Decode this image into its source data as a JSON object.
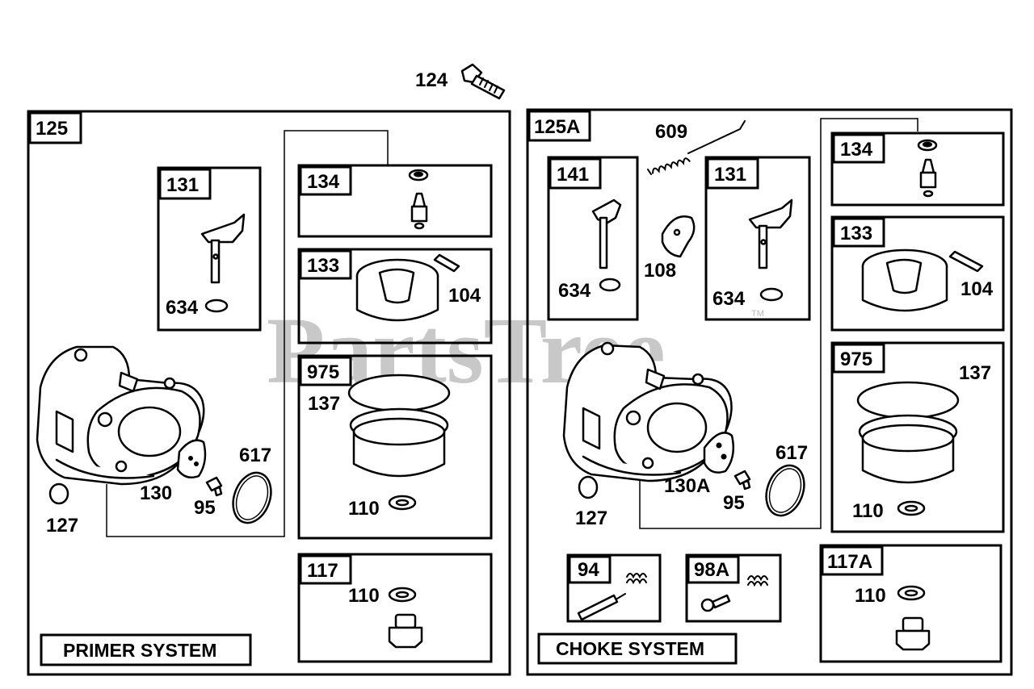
{
  "watermark": {
    "text": "PartsTree",
    "trademark": "TM"
  },
  "top": {
    "bolt_callout": "124"
  },
  "primer_panel": {
    "id": "125",
    "system_label": "PRIMER SYSTEM",
    "boxes": {
      "b131": {
        "id": "131",
        "callouts": [
          "634"
        ]
      },
      "b134": {
        "id": "134"
      },
      "b133": {
        "id": "133",
        "callouts": [
          "104"
        ]
      },
      "b975": {
        "id": "975",
        "callouts": [
          "137",
          "110"
        ]
      },
      "b117": {
        "id": "117",
        "callouts": [
          "110"
        ]
      }
    },
    "callouts": {
      "c617": "617",
      "c130": "130",
      "c95": "95",
      "c127": "127"
    }
  },
  "choke_panel": {
    "id": "125A",
    "system_label": "CHOKE SYSTEM",
    "boxes": {
      "b141": {
        "id": "141",
        "callouts": [
          "634"
        ]
      },
      "b131": {
        "id": "131",
        "callouts": [
          "634"
        ]
      },
      "b134": {
        "id": "134"
      },
      "b133": {
        "id": "133",
        "callouts": [
          "104"
        ]
      },
      "b975": {
        "id": "975",
        "callouts": [
          "137",
          "110"
        ]
      },
      "b94": {
        "id": "94"
      },
      "b98a": {
        "id": "98A"
      },
      "b117a": {
        "id": "117A",
        "callouts": [
          "110"
        ]
      }
    },
    "callouts": {
      "c609": "609",
      "c108": "108",
      "c617": "617",
      "c130a": "130A",
      "c95": "95",
      "c127": "127"
    }
  }
}
